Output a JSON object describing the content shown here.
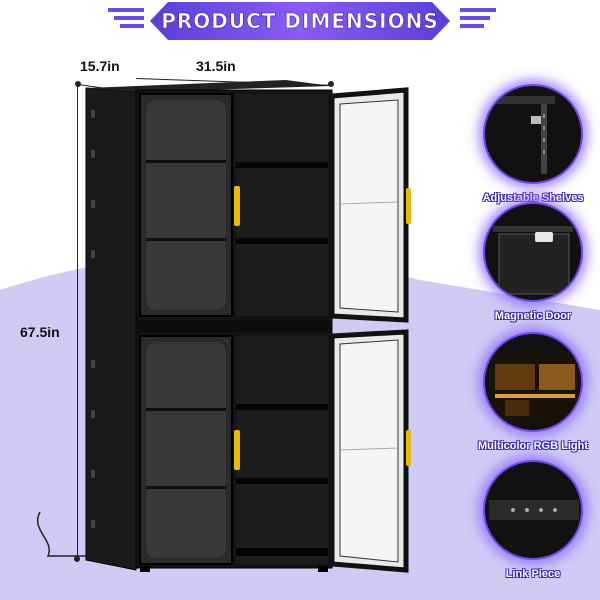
{
  "banner": {
    "title": "PRODUCT DIMENSIONS"
  },
  "dimensions": {
    "depth": "15.7in",
    "width": "31.5in",
    "height": "67.5in"
  },
  "features": [
    {
      "label": "Adjustable Shelves",
      "icon": "shelf-bracket-icon"
    },
    {
      "label": "Magnetic Door",
      "icon": "magnet-latch-icon"
    },
    {
      "label": "Multicolor RGB Light",
      "icon": "rgb-light-icon"
    },
    {
      "label": "Link Piece",
      "icon": "link-piece-icon"
    }
  ],
  "colors": {
    "accent": "#6d4ae6",
    "cabinet": "#111111",
    "handle": "#e8b818",
    "background_wave": "#c8c4f2"
  }
}
